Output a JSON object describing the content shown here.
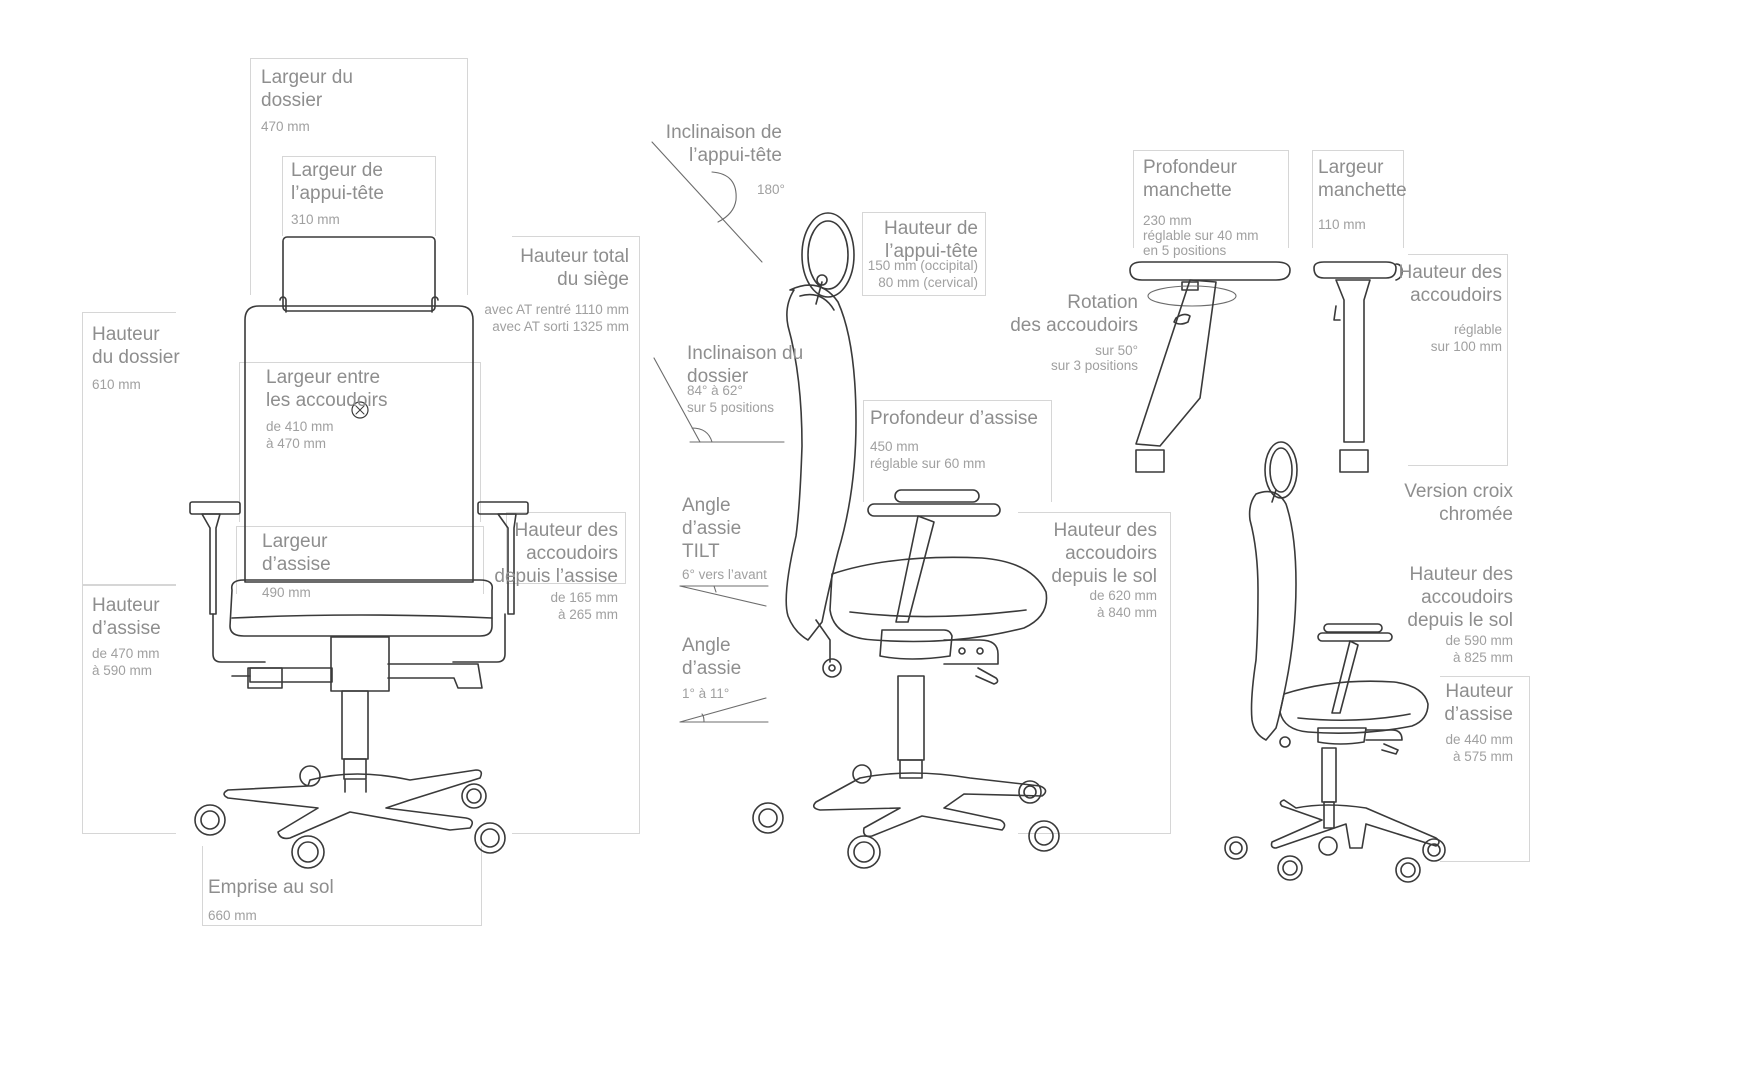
{
  "colors": {
    "line": "#3a3a3a",
    "frame": "#d6d6d6",
    "text": "#8e8e8e"
  },
  "front": {
    "backrest_width": {
      "label": "Largeur du\ndossier",
      "value": "470 mm"
    },
    "headrest_width": {
      "label": "Largeur de\nl’appui-tête",
      "value": "310 mm"
    },
    "total_height": {
      "label": "Hauteur total\ndu siège",
      "value": "avec AT rentré 1110 mm\navec AT sorti 1325 mm"
    },
    "backrest_height": {
      "label": "Hauteur\ndu dossier",
      "value": "610 mm"
    },
    "armrest_gap": {
      "label": "Largeur entre\nles accoudoirs",
      "value": "de 410 mm\nà 470 mm"
    },
    "seat_width": {
      "label": "Largeur\nd’assise",
      "value": "490 mm"
    },
    "armrest_height_seat": {
      "label": "Hauteur des\naccoudoirs\ndepuis l’assise",
      "value": "de 165 mm\nà 265 mm"
    },
    "seat_height": {
      "label": "Hauteur\nd’assise",
      "value": "de 470 mm\nà 590 mm"
    },
    "footprint": {
      "label": "Emprise au sol",
      "value": "660 mm"
    }
  },
  "side": {
    "headrest_tilt": {
      "label": "Inclinaison de\nl’appui-tête",
      "value": "180°"
    },
    "headrest_height": {
      "label": "Hauteur de\nl’appui-tête",
      "value": "150 mm (occipital)\n80 mm (cervical)"
    },
    "backrest_tilt": {
      "label": "Inclinaison du\ndossier",
      "value": "84° à 62°\nsur 5 positions"
    },
    "seat_depth": {
      "label": "Profondeur d’assise",
      "value": "450 mm\nréglable sur 60 mm"
    },
    "tilt_angle": {
      "label": "Angle\nd’assie\nTILT",
      "value": "6° vers l’avant"
    },
    "seat_angle": {
      "label": "Angle\nd’assie",
      "value": "1° à 11°"
    },
    "armrest_height_floor": {
      "label": "Hauteur des\naccoudoirs\ndepuis le sol",
      "value": "de 620 mm\nà 840 mm"
    }
  },
  "armrest": {
    "pad_depth": {
      "label": "Profondeur\nmanchette",
      "value": "230 mm\nréglable sur 40 mm\nen 5 positions"
    },
    "pad_width": {
      "label": "Largeur\nmanchette",
      "value": "110 mm"
    },
    "rotation": {
      "label": "Rotation\ndes accoudoirs",
      "value": "sur 50°\nsur 3 positions"
    },
    "height": {
      "label": "Hauteur des\naccoudoirs",
      "value": "réglable\nsur 100 mm"
    }
  },
  "chrome": {
    "title": "Version croix\nchromée",
    "armrest_height_floor": {
      "label": "Hauteur des\naccoudoirs\ndepuis le sol",
      "value": "de 590 mm\nà 825 mm"
    },
    "seat_height": {
      "label": "Hauteur\nd’assise",
      "value": "de 440 mm\nà 575 mm"
    }
  }
}
